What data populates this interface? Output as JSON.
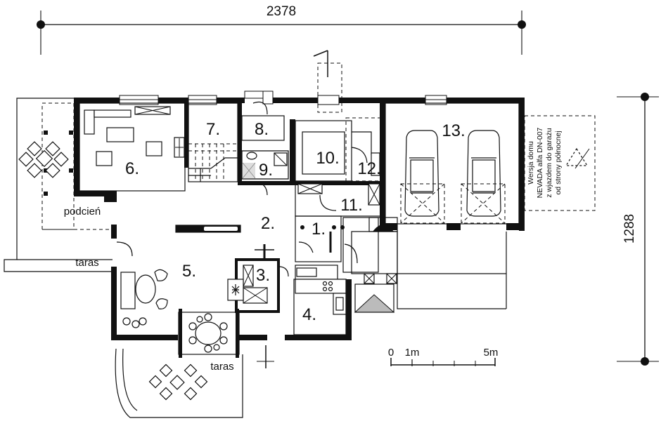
{
  "dimensions": {
    "width_label": "2378",
    "height_label": "1288"
  },
  "rooms": [
    {
      "id": "r1",
      "label": "1."
    },
    {
      "id": "r2",
      "label": "2."
    },
    {
      "id": "r3",
      "label": "3."
    },
    {
      "id": "r4",
      "label": "4."
    },
    {
      "id": "r5",
      "label": "5."
    },
    {
      "id": "r6",
      "label": "6."
    },
    {
      "id": "r7",
      "label": "7."
    },
    {
      "id": "r8",
      "label": "8."
    },
    {
      "id": "r9",
      "label": "9."
    },
    {
      "id": "r10",
      "label": "10."
    },
    {
      "id": "r11",
      "label": "11."
    },
    {
      "id": "r12",
      "label": "12."
    },
    {
      "id": "r13",
      "label": "13."
    }
  ],
  "labels": {
    "podcien": "podcień",
    "taras_west": "taras",
    "taras_south": "taras"
  },
  "version_note": {
    "line1": "Wersja domu",
    "line2": "NEVADA alfa DN-007",
    "line3": "z wjazdem do garażu",
    "line4": "od strony północnej"
  },
  "scale_bar": {
    "zero": "0",
    "one": "1m",
    "five": "5m"
  }
}
